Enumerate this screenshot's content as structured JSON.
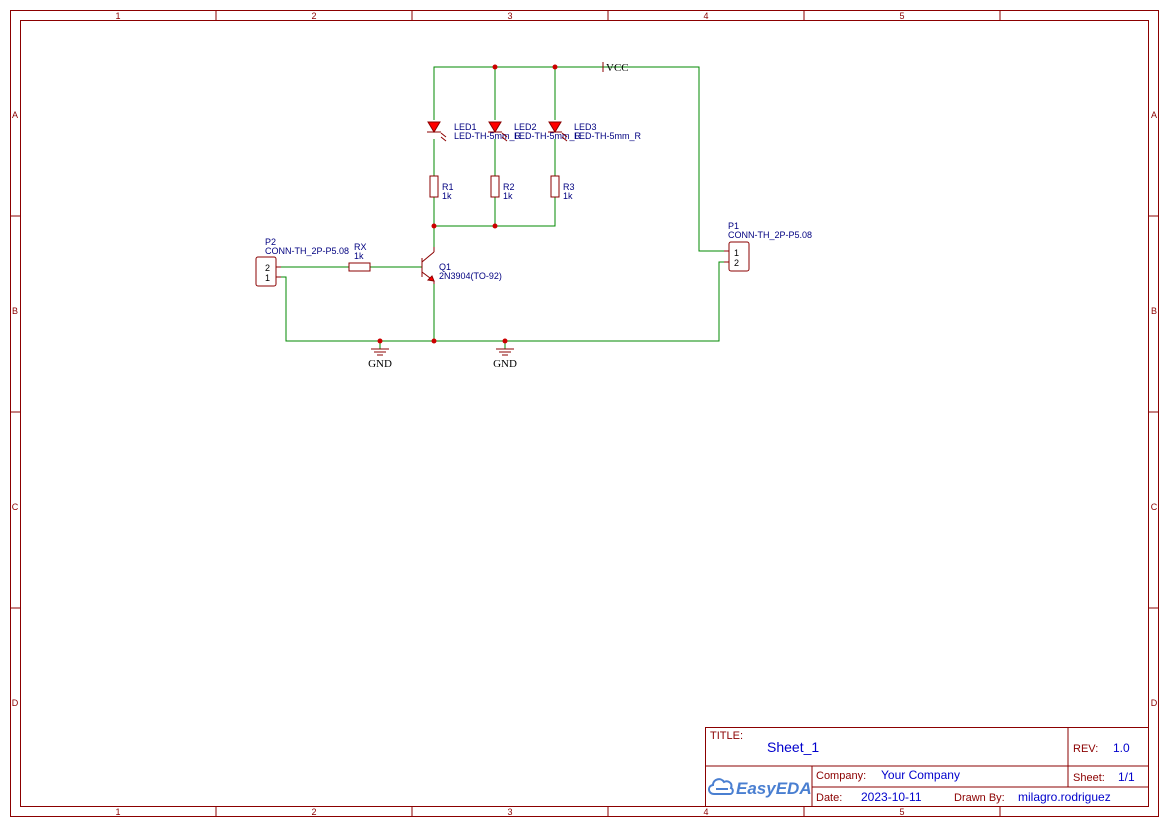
{
  "border": {
    "columns": [
      "1",
      "2",
      "3",
      "4",
      "5"
    ],
    "rows": [
      "A",
      "B",
      "C",
      "D"
    ]
  },
  "components": {
    "led1": {
      "ref": "LED1",
      "value": "LED-TH-5mm_R"
    },
    "led2": {
      "ref": "LED2",
      "value": "LED-TH-5mm_R"
    },
    "led3": {
      "ref": "LED3",
      "value": "LED-TH-5mm_R"
    },
    "r1": {
      "ref": "R1",
      "value": "1k"
    },
    "r2": {
      "ref": "R2",
      "value": "1k"
    },
    "r3": {
      "ref": "R3",
      "value": "1k"
    },
    "rx": {
      "ref": "RX",
      "value": "1k"
    },
    "q1": {
      "ref": "Q1",
      "value": "2N3904(TO-92)"
    },
    "p1": {
      "ref": "P1",
      "value": "CONN-TH_2P-P5.08",
      "pins": [
        "1",
        "2"
      ]
    },
    "p2": {
      "ref": "P2",
      "value": "CONN-TH_2P-P5.08",
      "pins": [
        "2",
        "1"
      ]
    }
  },
  "nets": {
    "vcc": "VCC",
    "gnd1": "GND",
    "gnd2": "GND"
  },
  "title_block": {
    "title_key": "TITLE:",
    "title": "Sheet_1",
    "rev_key": "REV:",
    "rev": "1.0",
    "company_key": "Company:",
    "company": "Your Company",
    "sheet_key": "Sheet:",
    "sheet": "1/1",
    "date_key": "Date:",
    "date": "2023-10-11",
    "drawn_key": "Drawn By:",
    "drawn_by": "milagro.rodriguez",
    "logo": "EasyEDA",
    "logo_icon": "cloud-icon"
  }
}
